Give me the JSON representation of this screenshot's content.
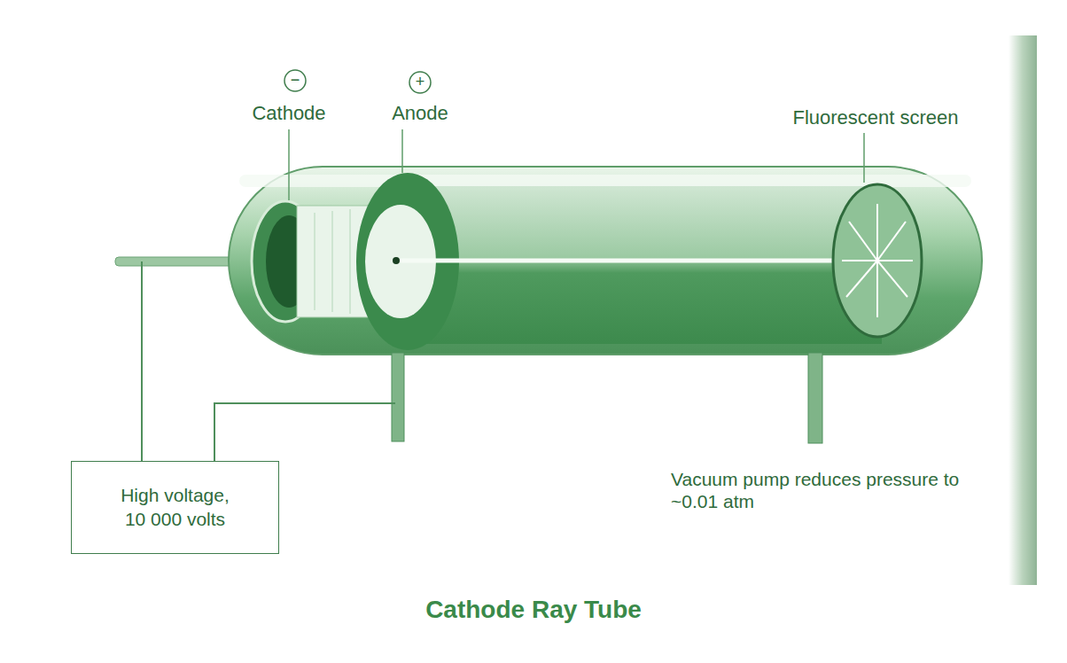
{
  "diagram": {
    "caption": "Cathode Ray Tube",
    "nodes": [
      {
        "text": [
          "High voltage, 10 000 volts"
        ]
      }
    ],
    "labels": [
      "−",
      "+",
      "Cathode",
      "Anode",
      "Fluorescent screen",
      "Vacuum pump reduces pressure to ~0.01 atm"
    ]
  }
}
